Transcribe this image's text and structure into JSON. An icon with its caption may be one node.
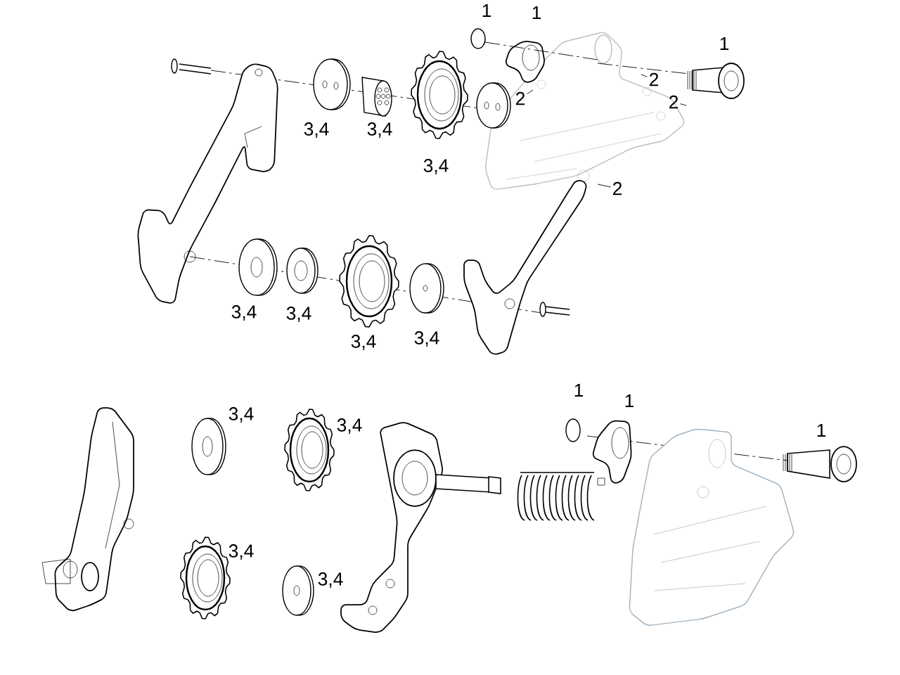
{
  "diagram": {
    "nodes": [
      {
        "text": [
          "2"
        ]
      },
      {
        "text": [
          "2"
        ]
      },
      {
        "text": [
          "2"
        ]
      },
      {
        "text": [
          "2"
        ]
      }
    ],
    "edges": [
      {
        "from": 0,
        "to": null,
        "arrow": "none"
      },
      {
        "from": 1,
        "to": null,
        "arrow": "none"
      },
      {
        "from": 2,
        "to": null,
        "arrow": "none"
      },
      {
        "from": 3,
        "to": null,
        "arrow": "none"
      }
    ],
    "labels": [
      "1",
      "1",
      "1",
      "3,4",
      "3,4",
      "3,4",
      "3,4",
      "3,4",
      "3,4",
      "3,4",
      "1",
      "1",
      "3,4",
      "3,4",
      "1",
      "3,4",
      "3,4"
    ]
  }
}
